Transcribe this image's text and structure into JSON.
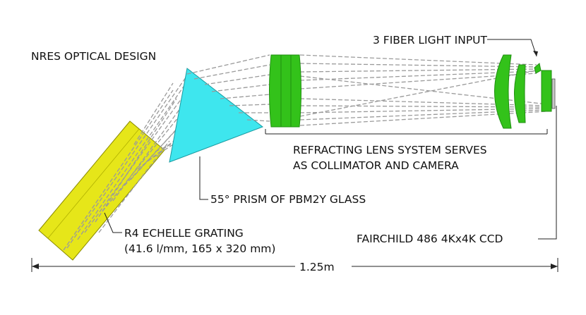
{
  "labels": {
    "title": "NRES OPTICAL DESIGN",
    "fiber": "3 FIBER LIGHT INPUT",
    "lens_line1": "REFRACTING LENS SYSTEM SERVES",
    "lens_line2": "AS COLLIMATOR AND CAMERA",
    "prism": "55° PRISM OF PBM2Y GLASS",
    "grating_line1": "R4 ECHELLE GRATING",
    "grating_line2": "(41.6 l/mm, 165 x 320 mm)",
    "ccd": "FAIRCHILD 486 4Kx4K CCD",
    "scale": "1.25m"
  },
  "colors": {
    "grating": "#e6e619",
    "prism": "#3ee6ee",
    "lens": "#33c21a",
    "lens_dark": "#1f8f10",
    "rays": "#9a9a9a",
    "ccd": "#c8c8c8"
  }
}
